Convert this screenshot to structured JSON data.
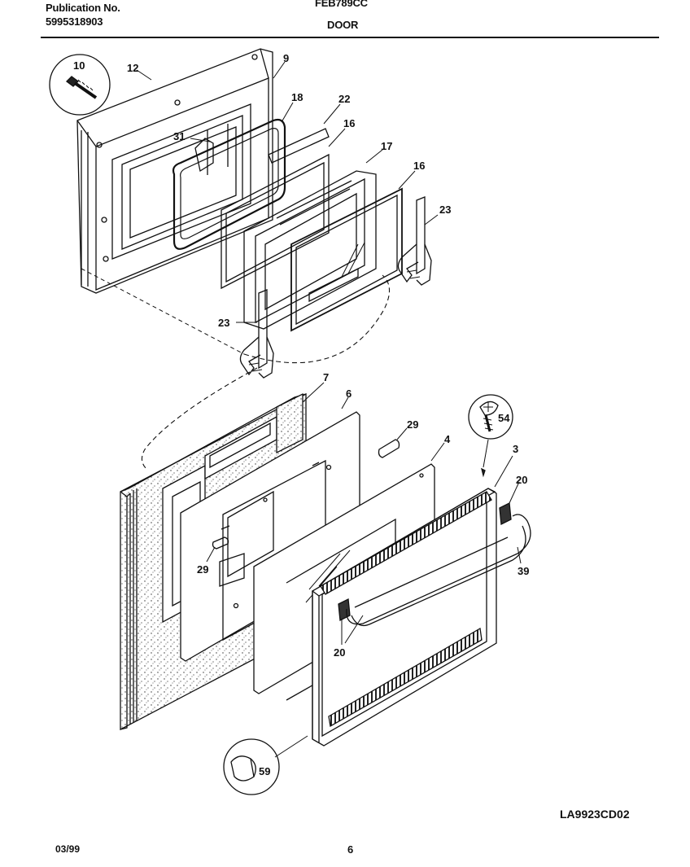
{
  "header": {
    "publication_label": "Publication No.",
    "publication_number": "5995318903",
    "model": "FEB789CC",
    "section": "DOOR"
  },
  "callouts": {
    "p10": "10",
    "p12": "12",
    "p9": "9",
    "p18": "18",
    "p22": "22",
    "p16a": "16",
    "p31": "31",
    "p17": "17",
    "p16b": "16",
    "p23a": "23",
    "p23b": "23",
    "p7": "7",
    "p6": "6",
    "p29a": "29",
    "p4": "4",
    "p3": "3",
    "p54": "54",
    "p20a": "20",
    "p39": "39",
    "p29b": "29",
    "p20b": "20",
    "p59": "59"
  },
  "footer": {
    "drawing_code": "LA9923CD02",
    "date": "03/99",
    "page": "6"
  }
}
